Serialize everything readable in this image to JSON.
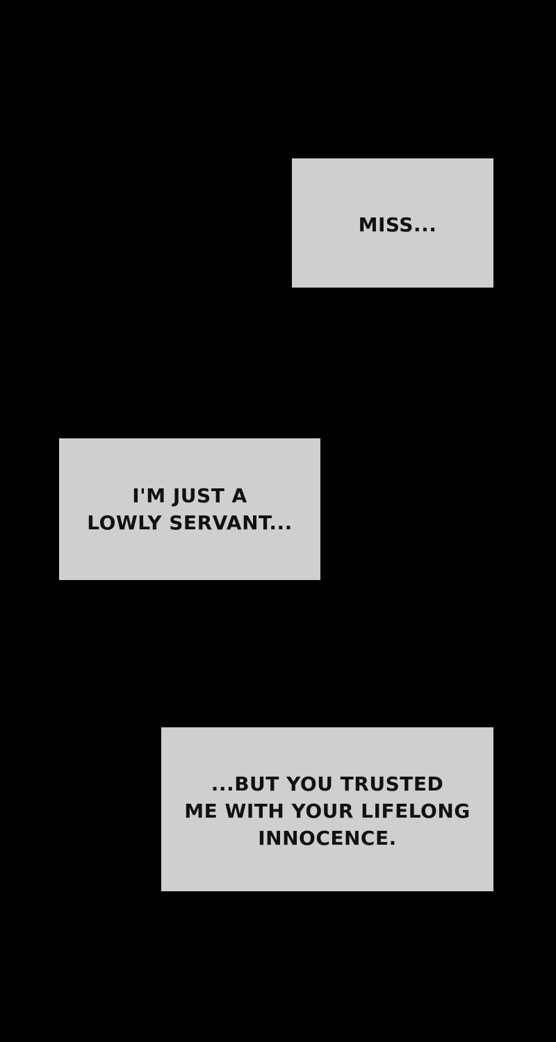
{
  "panel": {
    "background_color": "#000000",
    "caption_box_color": "#cfcfcf",
    "captions": [
      {
        "lines": [
          "MISS..."
        ]
      },
      {
        "lines": [
          "I'M JUST A",
          "LOWLY SERVANT..."
        ]
      },
      {
        "lines": [
          "...BUT YOU TRUSTED",
          "ME WITH YOUR LIFELONG",
          "INNOCENCE."
        ]
      }
    ]
  }
}
